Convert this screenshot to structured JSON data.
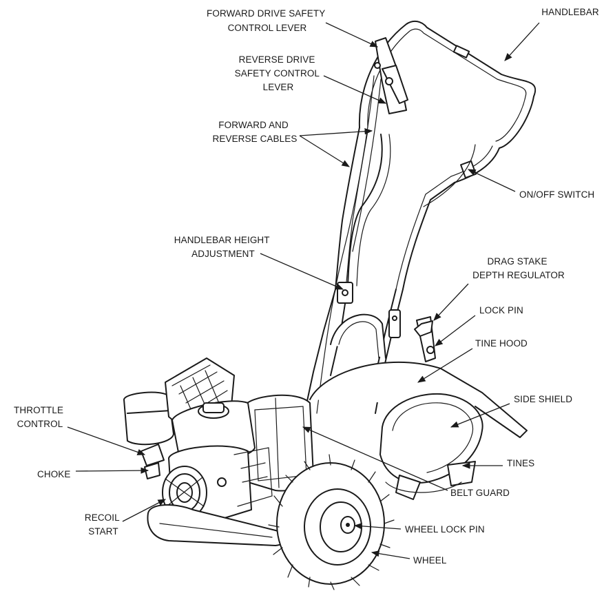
{
  "diagram": {
    "labels": {
      "forward_drive_lever": [
        "FORWARD DRIVE SAFETY",
        "CONTROL LEVER"
      ],
      "handlebar": [
        "HANDLEBAR"
      ],
      "reverse_drive_lever": [
        "REVERSE DRIVE",
        "SAFETY CONTROL",
        "LEVER"
      ],
      "cables": [
        "FORWARD AND",
        "REVERSE CABLES"
      ],
      "on_off_switch": [
        "ON/OFF SWITCH"
      ],
      "handlebar_height": [
        "HANDLEBAR HEIGHT",
        "ADJUSTMENT"
      ],
      "drag_stake": [
        "DRAG STAKE",
        "DEPTH REGULATOR"
      ],
      "lock_pin": [
        "LOCK PIN"
      ],
      "tine_hood": [
        "TINE HOOD"
      ],
      "side_shield": [
        "SIDE SHIELD"
      ],
      "throttle_control": [
        "THROTTLE",
        "CONTROL"
      ],
      "tines": [
        "TINES"
      ],
      "choke": [
        "CHOKE"
      ],
      "belt_guard": [
        "BELT GUARD"
      ],
      "recoil_start": [
        "RECOIL",
        "START"
      ],
      "wheel_lock_pin": [
        "WHEEL LOCK PIN"
      ],
      "wheel": [
        "WHEEL"
      ]
    }
  }
}
